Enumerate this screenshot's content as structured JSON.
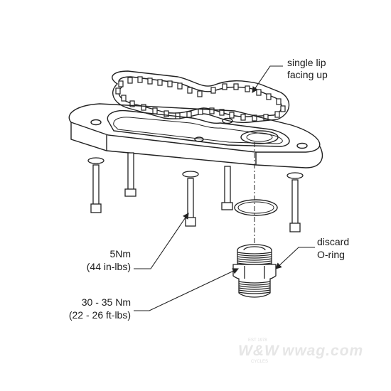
{
  "labels": {
    "gasket_note": [
      "single lip",
      "facing up"
    ],
    "screw_torque": [
      "5Nm",
      "(44 in-lbs)"
    ],
    "oring_note": [
      "discard",
      "O-ring"
    ],
    "fitting_torque": [
      "30 - 35 Nm",
      "(22 - 26 ft-lbs)"
    ]
  },
  "watermark": {
    "brand": "W&W",
    "site": "wwag.com",
    "est": "EST 1978",
    "tag": "CYCLES"
  },
  "colors": {
    "line": "#222222",
    "watermark": "#e6e6e6"
  }
}
